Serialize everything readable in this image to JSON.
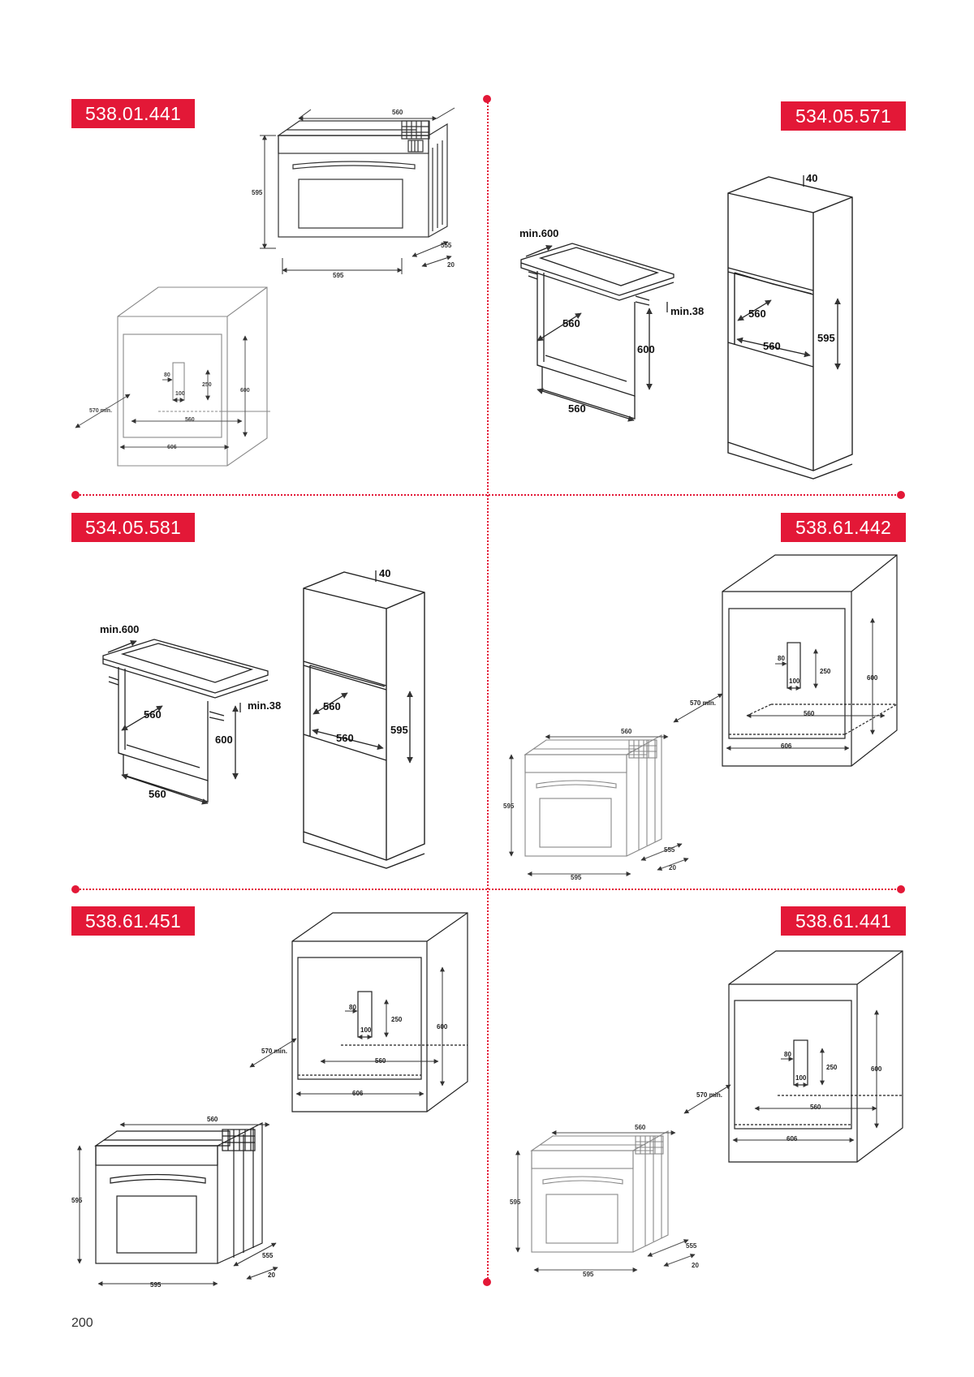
{
  "page_number": "200",
  "colors": {
    "accent": "#e31837",
    "line": "#333333",
    "light_line": "#888888"
  },
  "badges": [
    "538.01.441",
    "534.05.571",
    "534.05.581",
    "538.61.442",
    "538.61.451",
    "538.61.441"
  ],
  "labels": {
    "oven_width": "560",
    "oven_height": "595",
    "oven_front_width": "595",
    "oven_depth": "555",
    "oven_lip": "20",
    "cab_width": "560",
    "cab_height": "600",
    "cab_outer": "606",
    "cab_depth": "570 min.",
    "conn_w": "80",
    "conn_h": "250",
    "conn_off": "100",
    "ins_min600": "min.600",
    "ins_min38": "min.38",
    "ins_560": "560",
    "ins_600": "600",
    "ins_595": "595",
    "ins_40": "40"
  }
}
